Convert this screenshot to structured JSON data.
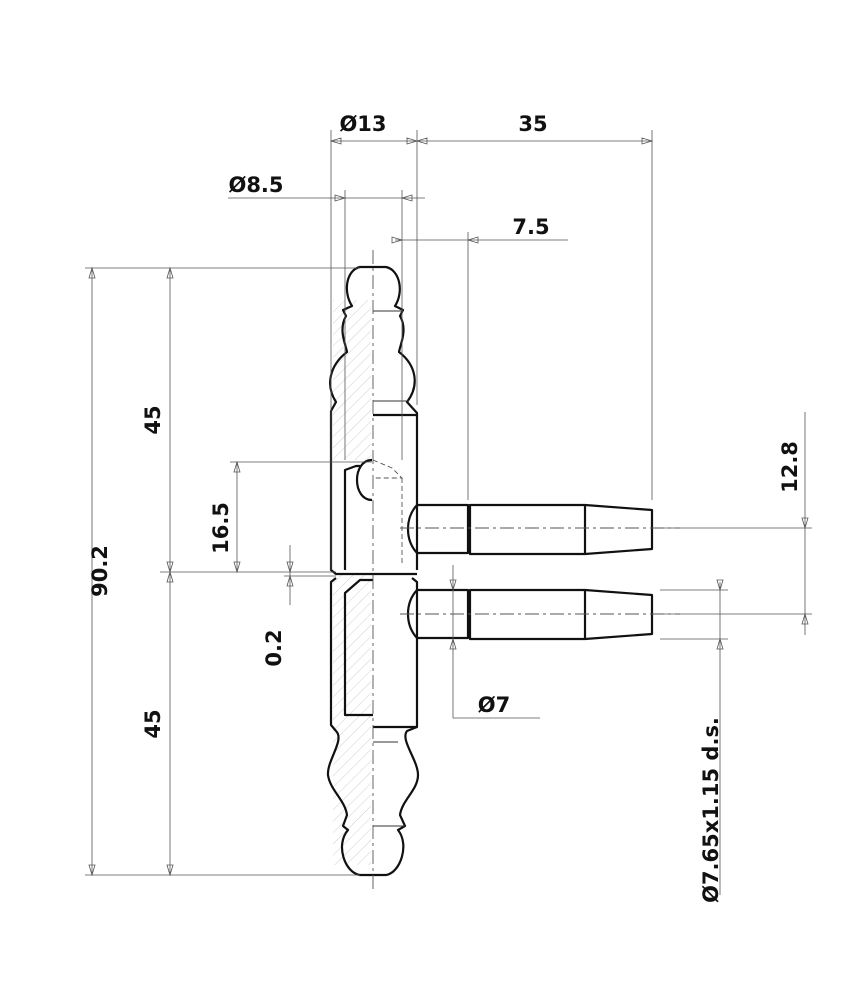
{
  "drawing": {
    "dimensions": {
      "d13": "Ø13",
      "d35": "35",
      "d8_5": "Ø8.5",
      "d7_5": "7.5",
      "d45_top": "45",
      "d45_bottom": "45",
      "d90_2": "90.2",
      "d16_5": "16.5",
      "d0_2": "0.2",
      "d12_8": "12.8",
      "d7": "Ø7",
      "d7_65": "Ø7.65x1.15 d.s."
    },
    "colors": {
      "line": "#111111",
      "dimension": "#555555"
    }
  }
}
